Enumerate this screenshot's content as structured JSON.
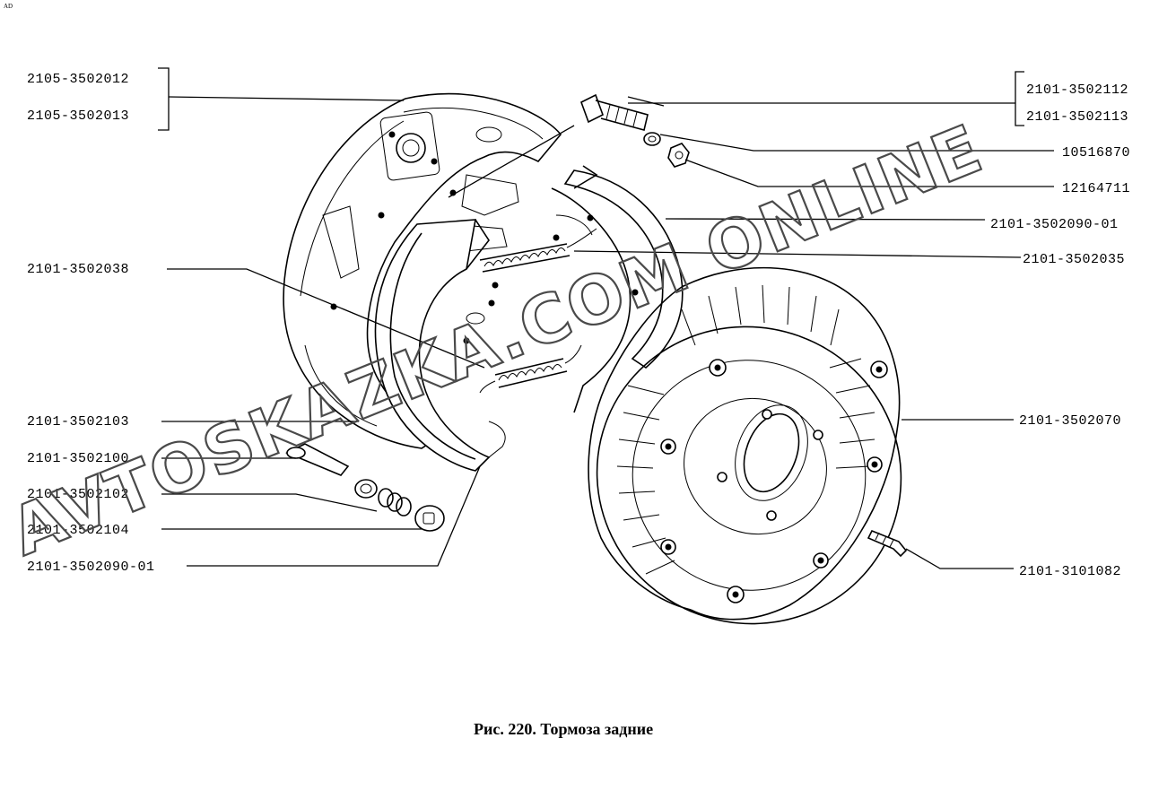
{
  "corner_mark": "AD",
  "caption": "Рис. 220. Тормоза задние",
  "watermark": "AVTOSKAZKA.COM ONLINE",
  "labels": {
    "l1": "2105-3502012",
    "l2": "2105-3502013",
    "l3": "2101-3502038",
    "l4": "2101-3502103",
    "l5": "2101-3502100",
    "l6": "2101-3502102",
    "l7": "2101-3502104",
    "l8": "2101-3502090-01",
    "r1": "2101-3502112",
    "r2": "2101-3502113",
    "r3": "10516870",
    "r4": "12164711",
    "r5": "2101-3502090-01",
    "r6": "2101-3502035",
    "r7": "2101-3502070",
    "r8": "2101-3101082"
  }
}
